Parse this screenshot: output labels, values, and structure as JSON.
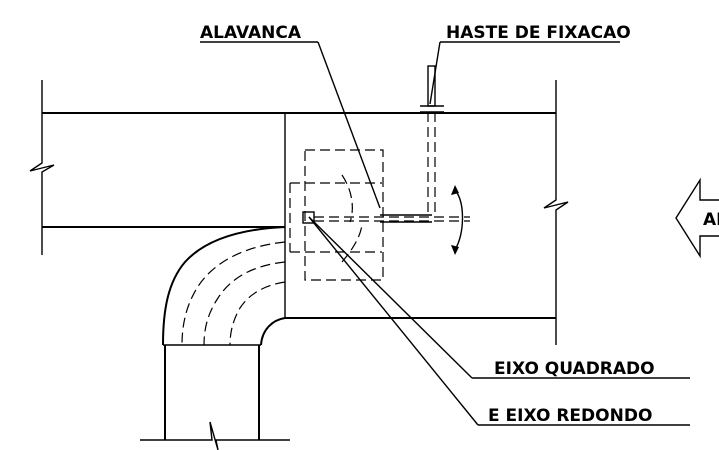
{
  "labels": {
    "lever": "ALAVANCA",
    "fixing_rod": "HASTE DE FIXACAO",
    "square_axis": "EIXO QUADRADO",
    "round_axis": "E EIXO REDONDO",
    "air_arrow": "AR"
  }
}
